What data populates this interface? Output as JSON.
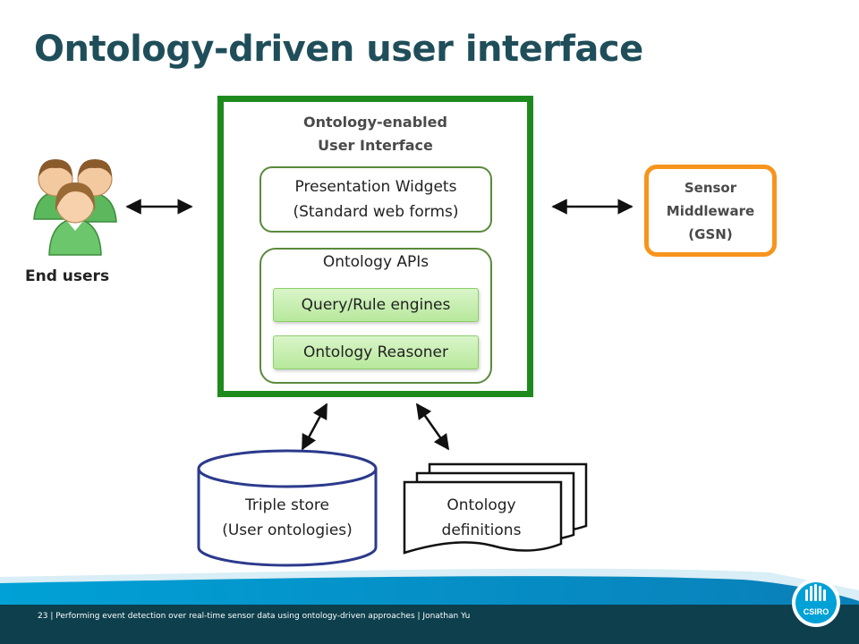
{
  "slide": {
    "title": "Ontology-driven user interface"
  },
  "ui_frame": {
    "label_line1": "Ontology-enabled",
    "label_line2": "User Interface",
    "presentation": {
      "line1": "Presentation Widgets",
      "line2": "(Standard web forms)"
    },
    "apis": {
      "label": "Ontology APIs",
      "query_engines": "Query/Rule engines",
      "reasoner": "Ontology Reasoner"
    }
  },
  "sensor": {
    "line1": "Sensor",
    "line2": "Middleware",
    "line3": "(GSN)"
  },
  "users": {
    "label": "End users",
    "icon": "users-group-icon"
  },
  "triple_store": {
    "line1": "Triple store",
    "line2": "(User ontologies)"
  },
  "ontology_defs": {
    "line1": "Ontology",
    "line2": "definitions"
  },
  "footer": {
    "text": "23  |  Performing event detection over real-time sensor data using ontology-driven approaches | Jonathan Yu",
    "logo_text": "CSIRO"
  },
  "colors": {
    "title": "#1f4e5a",
    "main_frame": "#1e8a1e",
    "sensor_border": "#f7941d",
    "triple_store_border": "#2b3a8c",
    "footer_band": "#0093c9"
  }
}
